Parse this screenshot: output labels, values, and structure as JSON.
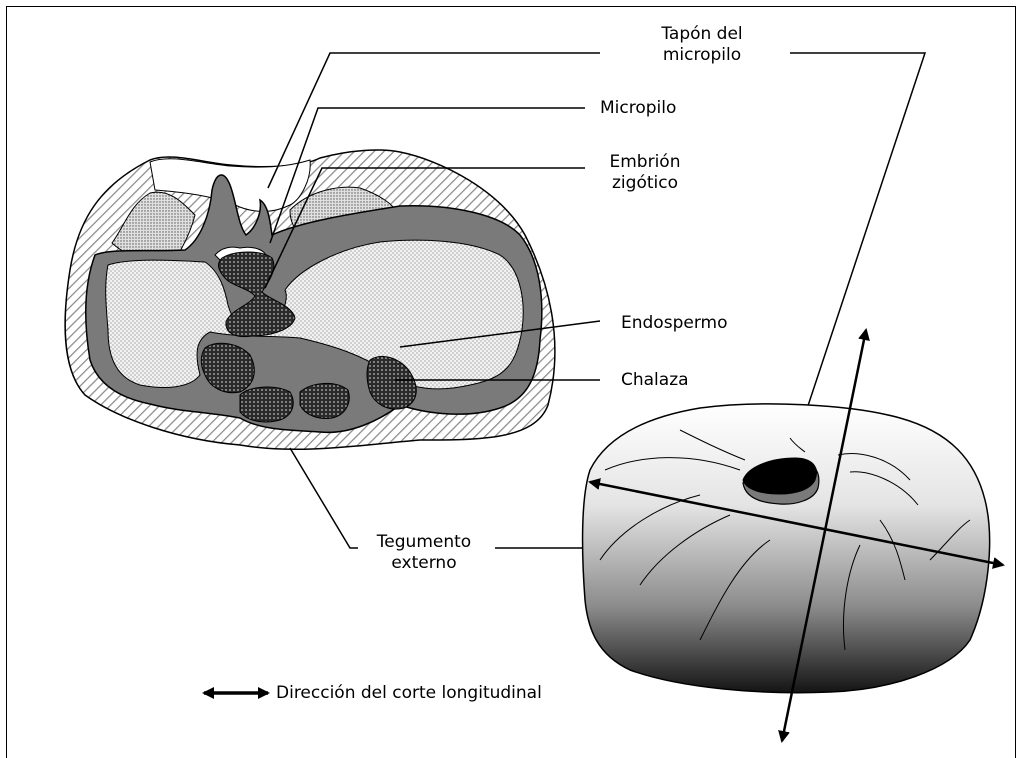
{
  "labels": {
    "tapon_line1": "Tapón del",
    "tapon_line2": "micropilo",
    "micropilo": "Micropilo",
    "embrion_line1": "Embrión",
    "embrion_line2": "zigótico",
    "endospermo": "Endospermo",
    "chalaza": "Chalaza",
    "tegumento_line1": "Tegumento",
    "tegumento_line2": "externo"
  },
  "legend": {
    "text": "Dirección del corte longitudinal"
  },
  "colors": {
    "endosperm_gray": "#7a7a7a",
    "dark": "#000000",
    "background": "#ffffff"
  }
}
